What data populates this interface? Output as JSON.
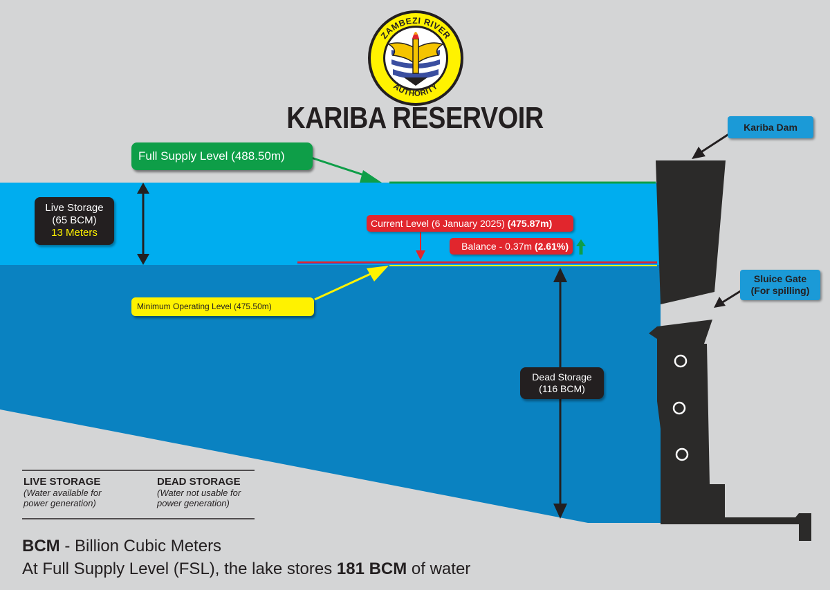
{
  "logo": {
    "top_text": "ZAMBEZI RIVER",
    "bottom_text": "AUTHORITY",
    "icon": "eagle-emblem-icon"
  },
  "title": "KARIBA RESERVOIR",
  "full_supply_label": "Full Supply Level (488.50m)",
  "live_storage": {
    "line1": "Live Storage",
    "line2": "(65 BCM)",
    "line3": "13 Meters"
  },
  "current_level": {
    "prefix": "Current Level (6 January 2025) ",
    "value": "(475.87m)"
  },
  "balance": {
    "prefix": "Balance - 0.37m ",
    "value": "(2.61%)",
    "icon": "up-arrow-icon"
  },
  "minimum_label": "Minimum Operating Level (475.50m)",
  "dead_storage": {
    "line1": "Dead Storage",
    "line2": "(116 BCM)"
  },
  "dam_label": "Kariba Dam",
  "sluice": {
    "line1": "Sluice Gate",
    "line2": "(For spilling)"
  },
  "legend": {
    "live_head": "LIVE STORAGE",
    "live_sub1": "(Water available for",
    "live_sub2": "power generation)",
    "dead_head": "DEAD STORAGE",
    "dead_sub1": "(Water not usable for",
    "dead_sub2": "power generation)"
  },
  "footer": {
    "bcm_abbr": "BCM",
    "bcm_def": " - Billion Cubic Meters",
    "line2_pre": "At Full Supply Level (FSL), the lake stores ",
    "line2_bold": "181 BCM",
    "line2_post": " of water"
  },
  "colors": {
    "background": "#d4d5d6",
    "live_water": "#00adef",
    "dead_water": "#0a82c1",
    "dam": "#2b2a29",
    "full_supply": "#0e9e48",
    "current": "#e1262d",
    "minimum": "#fff200",
    "label_blue": "#1b9ad7"
  }
}
